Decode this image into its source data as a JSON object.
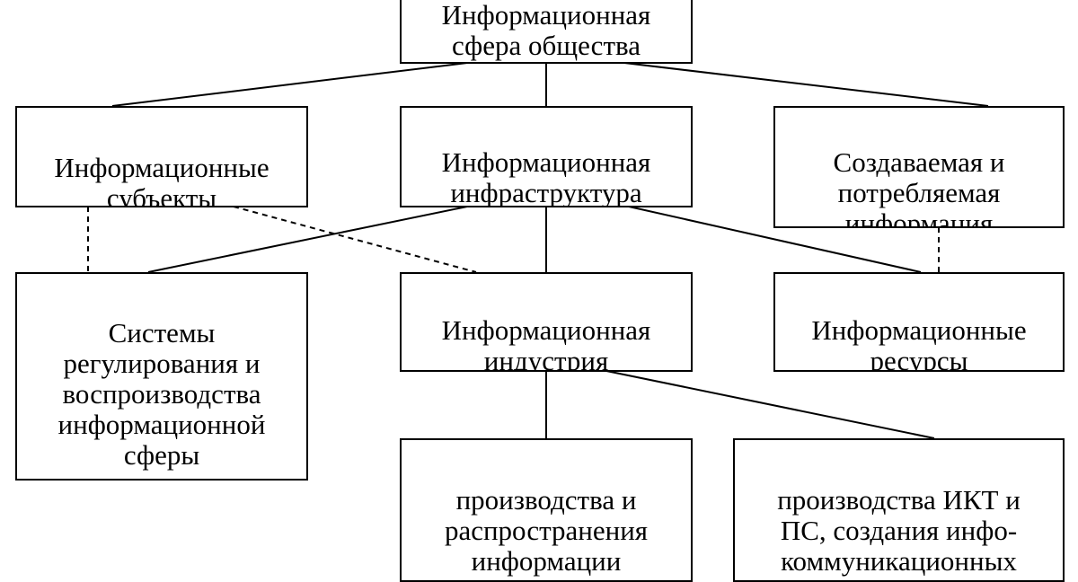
{
  "diagram": {
    "root": {
      "label": "Информационная\nсфера общества"
    },
    "level1": {
      "subjects": {
        "label": "Информационные\nсубъекты"
      },
      "infrastructure": {
        "label": "Информационная\nинфраструктура"
      },
      "information": {
        "label": "Создаваемая и\nпотребляемая\nинформация"
      }
    },
    "level2": {
      "regulation": {
        "label": "Системы\nрегулирования и\nвоспроизводства\nинформационной\nсферы"
      },
      "industry": {
        "label": "Информационная\nиндустрия"
      },
      "resources": {
        "label": "Информационные\nресурсы"
      }
    },
    "level3": {
      "production_distribution": {
        "label": "производства и\nраспространения\nинформации"
      },
      "ict_production": {
        "label": "производства ИКТ и\nПС, создания инфо-\nкоммуникационных\nуслуг"
      }
    },
    "colors": {
      "line": "#000000",
      "background": "#ffffff"
    }
  }
}
